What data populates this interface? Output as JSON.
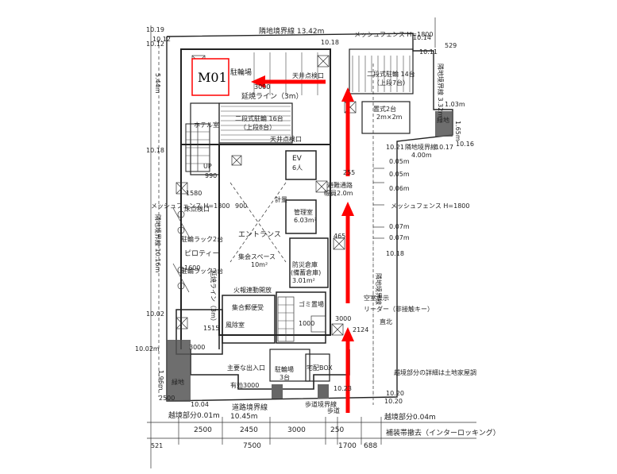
{
  "room_tag": "M01",
  "top": {
    "boundary": "隣地境界線 13.42m",
    "fence": "メッシュフェンス H=1800",
    "d1": "10.19",
    "d2": "10.12",
    "d3": "10.18",
    "d4": "10.14",
    "d5": "10.11",
    "d6": "529"
  },
  "north_area": {
    "parking": "駐輪場",
    "ceiling_check": "天井点検口",
    "dim_3000": "3000",
    "fire_spread": "延焼ライン（3m）",
    "bike_rack_main": "二段式駐輪 14台",
    "bike_rack_main_sub": "（上段7台）",
    "bike_rack_center": "二段式駐輪 16台",
    "bike_rack_center_sub": "（上段8台）",
    "small_rack": "置式2台",
    "small_rack_sub": "2m×2m",
    "ceiling_check2": "天井点検口",
    "green": "緑地"
  },
  "right_boundary": {
    "boundary_v": "隣地境界線 3.32m",
    "boundary_h": "隣地境界線",
    "boundary_h_len": "4.00m",
    "d1": "10.21",
    "d2": "10.17",
    "d3": "10.16",
    "o1": "0.05m",
    "o2": "0.05m",
    "o3": "0.06m",
    "o4": "0.07m",
    "o5": "0.07m",
    "fence": "メッシュフェンス H=1800",
    "side_len": "1.65m",
    "d4": "1.03m"
  },
  "center": {
    "ev": "EV",
    "ev_sub": "6人",
    "evacuation": "避難通路",
    "evacuation_w": "幅員2.0m",
    "entrance": "エントランス",
    "gathering": "集会スペース",
    "gathering_area": "10m²",
    "mgmt": "管理室",
    "mgmt_area": "6.03m²",
    "disaster": "防災倉庫",
    "disaster_sub": "(備蓄倉庫)",
    "disaster_area": "3.01m²",
    "trash": "ゴミ置場",
    "mail": "集合郵便受",
    "wind": "風除室",
    "main_entry": "主要な出入口",
    "effective": "有効3000",
    "dim_900": "900",
    "dim_1580": "1580",
    "dim_1515": "1515",
    "dim_3000": "3000",
    "dim_1000": "1000",
    "dim_2124": "2124",
    "dim_3000b": "3000",
    "dim_990": "990",
    "floor_check": "床点検口",
    "fire_shutter": "火報連動開放",
    "fire_line": "延焼ライン（3m）",
    "vacancy": "空室表示",
    "reader": "リーダー（非接触キー）",
    "scale": "計量",
    "bike_small": "駐輪場",
    "bike_small_sub": "3台",
    "delivery": "宅配BOX",
    "walk": "歩道",
    "dim_465": "465",
    "dim_255": "255"
  },
  "left": {
    "boundary": "隣地境界線 10.16m",
    "boundary_top": "5.44m",
    "rack1": "駐輪ラック2台",
    "rack2": "駐輪ラック2台",
    "piloti": "ピロティー",
    "fire_line": "延焼ライン（3m）",
    "hotel": "ホテル室",
    "up": "UP",
    "fence": "メッシュフェンス H=1800",
    "d1": "10.12",
    "d2": "10.18",
    "d3": "10.02",
    "d4": "10.02m",
    "d5": "1.96m",
    "green": "緑地",
    "dim_1600": "1600"
  },
  "bottom": {
    "road": "道路境界線",
    "road_len": "10.45m",
    "retreat_left": "越境部分0.01m",
    "retreat_right": "越境部分0.04m",
    "paving": "補装帯撤去（インターロッキング）",
    "note": "越境部分の詳細は土地家屋調",
    "dim_2500a": "2500",
    "dim_2450": "2450",
    "dim_3000": "3000",
    "dim_250": "250",
    "dim_7500": "7500",
    "dim_1700": "1700",
    "dim_688": "688",
    "dim_521": "521",
    "level1": "10.04",
    "level2": "10.20",
    "level3": "10.23",
    "dim_2500b": "2500",
    "ped": "歩道境界線"
  },
  "right_side": {
    "level1": "10.18",
    "boundary": "隣地境界線",
    "direction": "直北",
    "d1": "10.20"
  },
  "arrows": {
    "color": "#ff0000"
  }
}
